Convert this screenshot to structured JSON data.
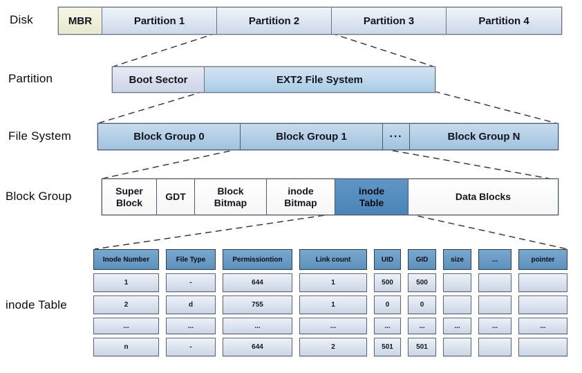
{
  "diagram": {
    "disk": {
      "label": "Disk",
      "mbr": "MBR",
      "partitions": [
        "Partition 1",
        "Partition 2",
        "Partition 3",
        "Partition 4"
      ]
    },
    "partition": {
      "label": "Partition",
      "boot_sector": "Boot Sector",
      "ext2": "EXT2 File System"
    },
    "file_system": {
      "label": "File System",
      "groups": [
        "Block Group 0",
        "Block Group 1",
        "···",
        "Block Group N"
      ]
    },
    "block_group": {
      "label": "Block Group",
      "cells": [
        "Super Block",
        "GDT",
        "Block Bitmap",
        "inode Bitmap",
        "inode Table",
        "Data Blocks"
      ]
    },
    "inode_table": {
      "label": "inode Table",
      "headers": [
        "Inode Number",
        "File Type",
        "Permissiontion",
        "Link count",
        "UID",
        "GID",
        "size",
        "...",
        "pointer"
      ],
      "rows": [
        [
          "1",
          "-",
          "644",
          "1",
          "500",
          "500",
          "",
          "",
          ""
        ],
        [
          "2",
          "d",
          "755",
          "1",
          "0",
          "0",
          "",
          "",
          ""
        ],
        [
          "...",
          "...",
          "...",
          "...",
          "...",
          "...",
          "...",
          "...",
          "..."
        ],
        [
          "n",
          "-",
          "644",
          "2",
          "501",
          "501",
          "",
          "",
          ""
        ]
      ]
    },
    "colors": {
      "mbr_cream": "#f2f1de",
      "partition_light_blue": "#dce7f3",
      "ext2_blue": "#bdd7ec",
      "block_group_blue": "#b3cfe6",
      "inode_highlight_blue": "#5390c4",
      "table_header_blue": "#6c9fc9",
      "table_cell_blue": "#dce4f0",
      "connector_line": "#2e2e2e"
    }
  }
}
